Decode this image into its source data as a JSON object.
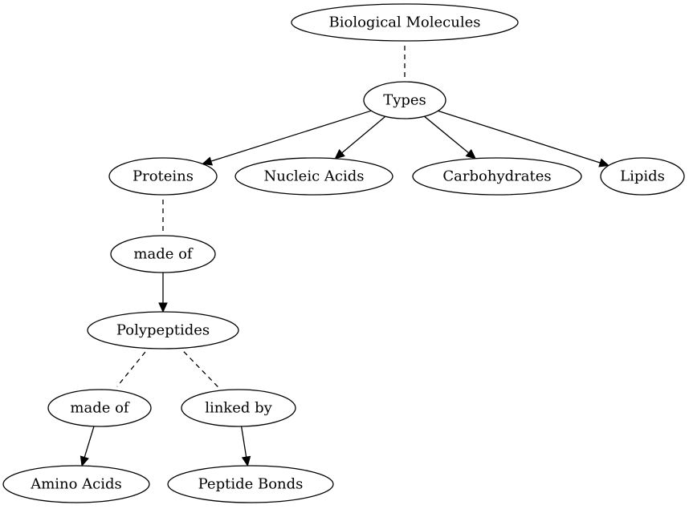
{
  "diagram": {
    "nodes": [
      {
        "id": "bio",
        "label": "Biological Molecules"
      },
      {
        "id": "types",
        "label": "Types"
      },
      {
        "id": "proteins",
        "label": "Proteins"
      },
      {
        "id": "nucleic",
        "label": "Nucleic Acids"
      },
      {
        "id": "carbs",
        "label": "Carbohydrates"
      },
      {
        "id": "lipids",
        "label": "Lipids"
      },
      {
        "id": "madeof1",
        "label": "made of"
      },
      {
        "id": "polypeptides",
        "label": "Polypeptides"
      },
      {
        "id": "madeof2",
        "label": "made of"
      },
      {
        "id": "linkedby",
        "label": "linked by"
      },
      {
        "id": "amino",
        "label": "Amino Acids"
      },
      {
        "id": "peptide",
        "label": "Peptide Bonds"
      }
    ],
    "edges": [
      {
        "from": "bio",
        "to": "types",
        "style": "dashed"
      },
      {
        "from": "types",
        "to": "proteins",
        "style": "arrow"
      },
      {
        "from": "types",
        "to": "nucleic",
        "style": "arrow"
      },
      {
        "from": "types",
        "to": "carbs",
        "style": "arrow"
      },
      {
        "from": "types",
        "to": "lipids",
        "style": "arrow"
      },
      {
        "from": "proteins",
        "to": "madeof1",
        "style": "dashed"
      },
      {
        "from": "madeof1",
        "to": "polypeptides",
        "style": "arrow"
      },
      {
        "from": "polypeptides",
        "to": "madeof2",
        "style": "dashed"
      },
      {
        "from": "polypeptides",
        "to": "linkedby",
        "style": "dashed"
      },
      {
        "from": "madeof2",
        "to": "amino",
        "style": "arrow"
      },
      {
        "from": "linkedby",
        "to": "peptide",
        "style": "arrow"
      }
    ]
  }
}
